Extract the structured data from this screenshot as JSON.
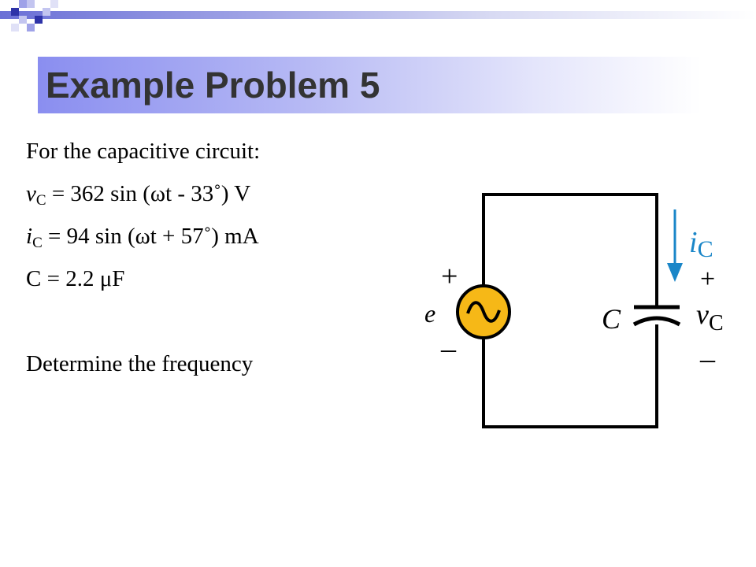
{
  "slide": {
    "title": "Example Problem 5"
  },
  "content": {
    "intro": "For the capacitive circuit:",
    "vc": {
      "symbol": "v",
      "sub": "C",
      "rest": " = 362 sin (ωt - 33˚) V"
    },
    "ic": {
      "symbol": "i",
      "sub": "C",
      "rest": " = 94 sin (ωt + 57˚) mA"
    },
    "cap": "C = 2.2 μF",
    "task": "Determine the frequency"
  },
  "circuit": {
    "source_plus": "+",
    "source_minus": "–",
    "source_label": "e",
    "cap_label": "C",
    "current_label": "i",
    "current_sub": "C",
    "voltage_plus": "+",
    "voltage_label": "v",
    "voltage_sub": "C",
    "voltage_minus": "–",
    "colors": {
      "source_fill": "#f6b817",
      "current_arrow": "#1a86c8",
      "wire": "#000000"
    }
  },
  "theme": {
    "title_band": "#8a8ef0",
    "accent": "#2e33a8"
  }
}
